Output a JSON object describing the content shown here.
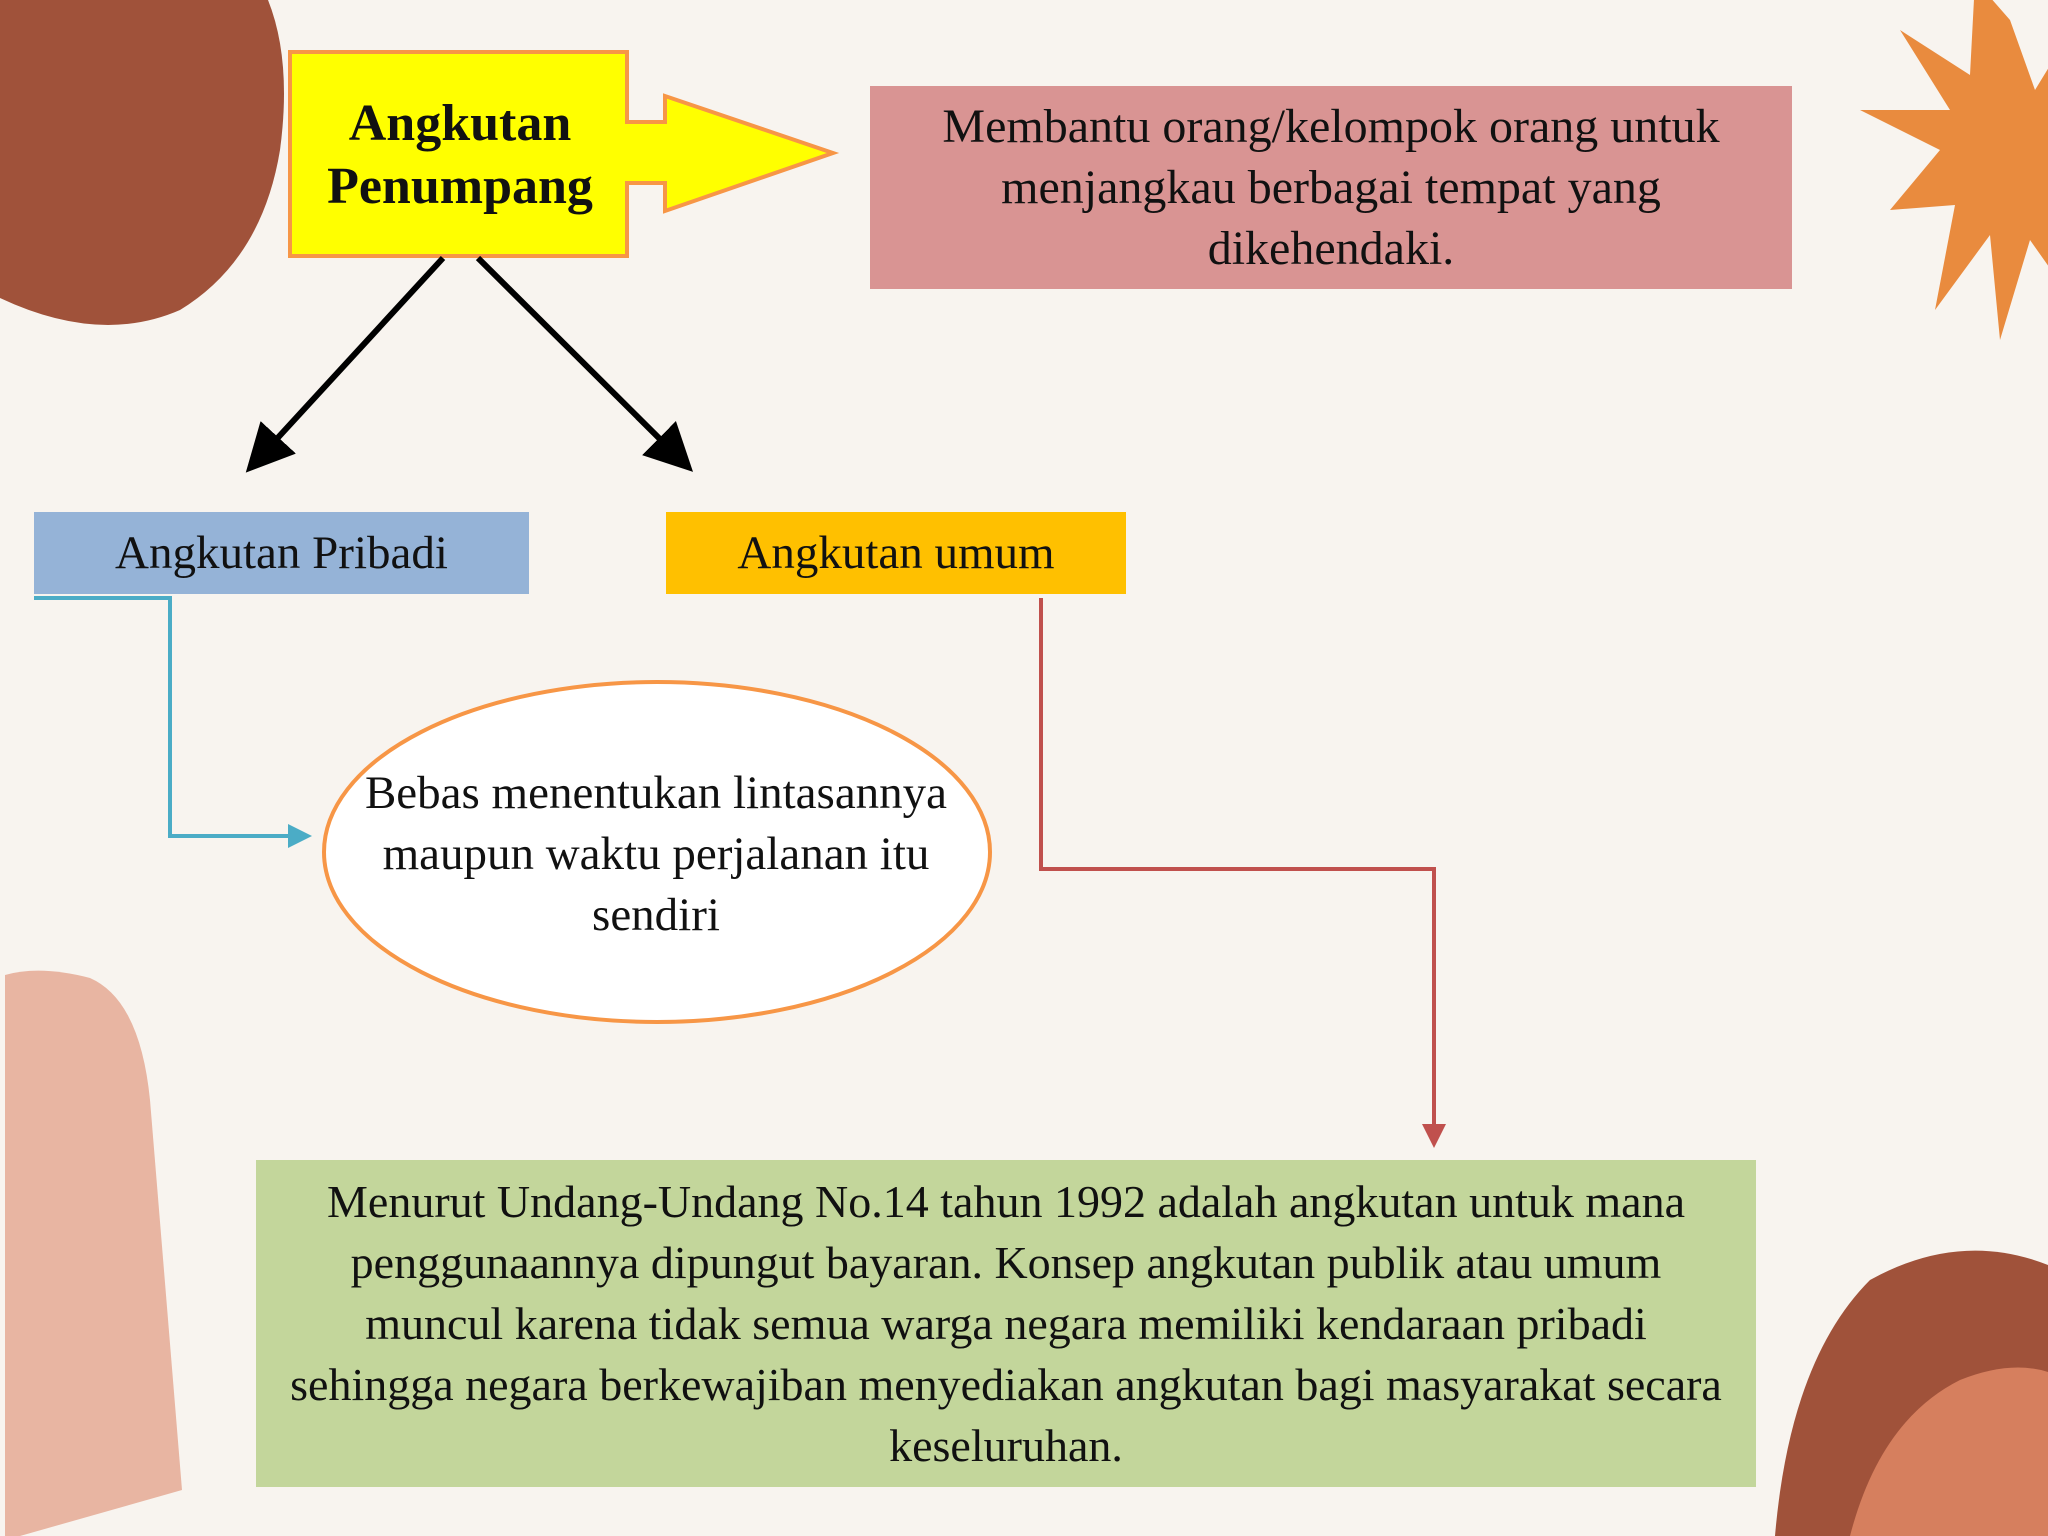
{
  "colors": {
    "background": "#f8f4ef",
    "main_arrow_fill": "#ffff00",
    "main_arrow_stroke": "#f79646",
    "definition_box": "#d99493",
    "pribadi_box": "#95b3d7",
    "umum_box": "#ffc000",
    "law_box": "#c3d69b",
    "pribadi_connector": "#4bacc6",
    "umum_connector": "#c0504d",
    "ellipse_stroke": "#f79646"
  },
  "main_node": {
    "label": "Angkutan Penumpang",
    "line1": "Angkutan",
    "line2": "Penumpang"
  },
  "definition": {
    "text": "Membantu orang/kelompok orang untuk menjangkau berbagai tempat yang dikehendaki."
  },
  "pribadi": {
    "label": "Angkutan Pribadi",
    "description": "Bebas menentukan lintasannya maupun waktu perjalanan itu sendiri"
  },
  "umum": {
    "label": "Angkutan umum",
    "description": "Menurut Undang-Undang No.14 tahun 1992 adalah angkutan untuk mana penggunaannya dipungut bayaran. Konsep angkutan publik atau umum muncul karena tidak semua warga negara memiliki kendaraan pribadi sehingga negara berkewajiban menyediakan angkutan bagi masyarakat secara keseluruhan."
  },
  "decorations": [
    "brown-blob",
    "orange-starburst",
    "pink-pill-shape",
    "brown-corner-blob"
  ]
}
